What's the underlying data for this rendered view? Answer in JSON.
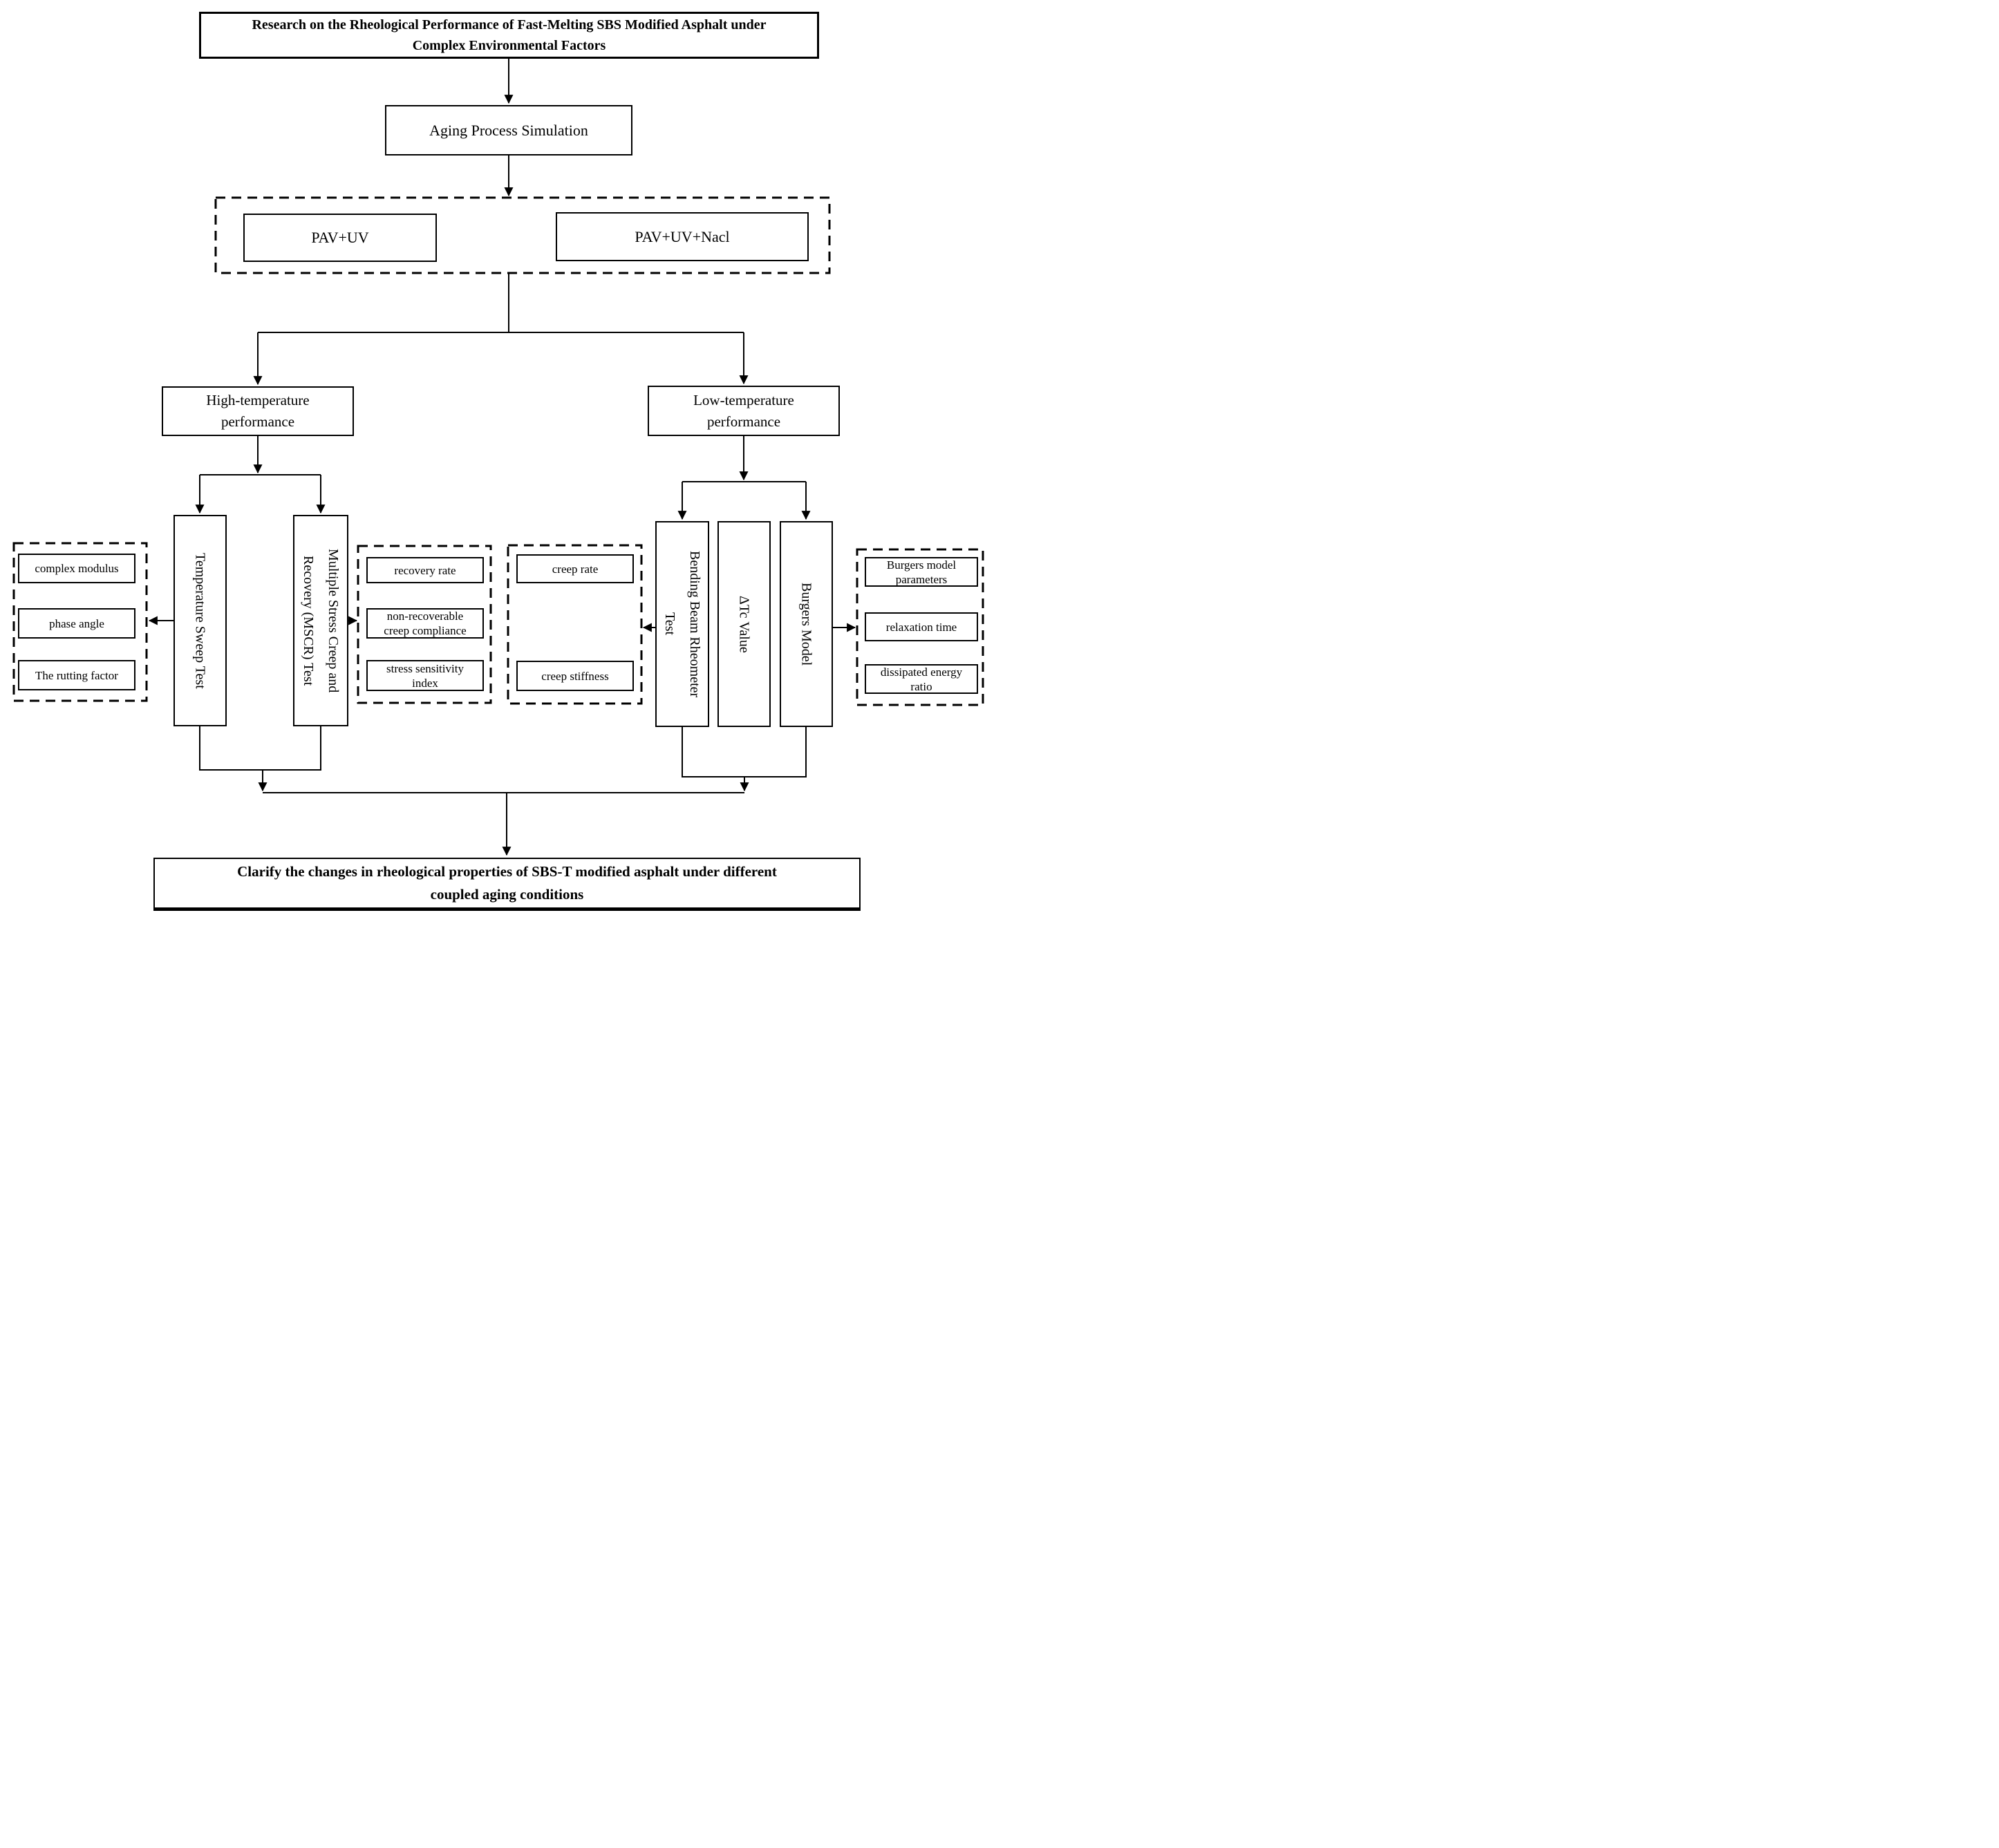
{
  "colors": {
    "stroke": "#000000",
    "background": "#ffffff"
  },
  "title": {
    "lines": [
      "Research on the Rheological Performance of Fast-Melting SBS Modified Asphalt under",
      "Complex Environmental Factors"
    ]
  },
  "aging": {
    "label": "Aging Process Simulation"
  },
  "aging_methods": {
    "pav_uv": {
      "label": "PAV+UV"
    },
    "pav_uv_nacl": {
      "label": "PAV+UV+Nacl"
    }
  },
  "branches": {
    "high": {
      "lines": [
        "High-temperature",
        "performance"
      ]
    },
    "low": {
      "lines": [
        "Low-temperature",
        "performance"
      ]
    }
  },
  "tests": {
    "tst": {
      "lines": [
        "Temperature Sweep Test"
      ]
    },
    "mscr": {
      "lines": [
        "Multiple Stress Creep and",
        "Recovery (MSCR) Test"
      ]
    },
    "bbr": {
      "lines": [
        "Bending Beam Rheometer",
        "Test"
      ]
    },
    "dtc": {
      "lines": [
        "ΔTc Value"
      ]
    },
    "burgers": {
      "lines": [
        "Burgers Model"
      ]
    }
  },
  "outputs": {
    "tst_group": {
      "items": [
        {
          "lines": [
            "complex modulus"
          ]
        },
        {
          "lines": [
            "phase angle"
          ]
        },
        {
          "lines": [
            "The rutting factor"
          ]
        }
      ]
    },
    "mscr_group": {
      "items": [
        {
          "lines": [
            "recovery rate"
          ]
        },
        {
          "lines": [
            "non-recoverable",
            "creep compliance"
          ]
        },
        {
          "lines": [
            "stress sensitivity",
            "index"
          ]
        }
      ]
    },
    "bbr_group": {
      "items": [
        {
          "lines": [
            "creep rate"
          ]
        },
        {
          "lines": [
            "creep stiffness"
          ]
        }
      ]
    },
    "burgers_group": {
      "items": [
        {
          "lines": [
            "Burgers model",
            "parameters"
          ]
        },
        {
          "lines": [
            "relaxation time"
          ]
        },
        {
          "lines": [
            "dissipated energy",
            "ratio"
          ]
        }
      ]
    }
  },
  "conclusion": {
    "lines": [
      "Clarify the changes in rheological properties of SBS-T modified asphalt under different",
      "coupled aging conditions"
    ]
  }
}
